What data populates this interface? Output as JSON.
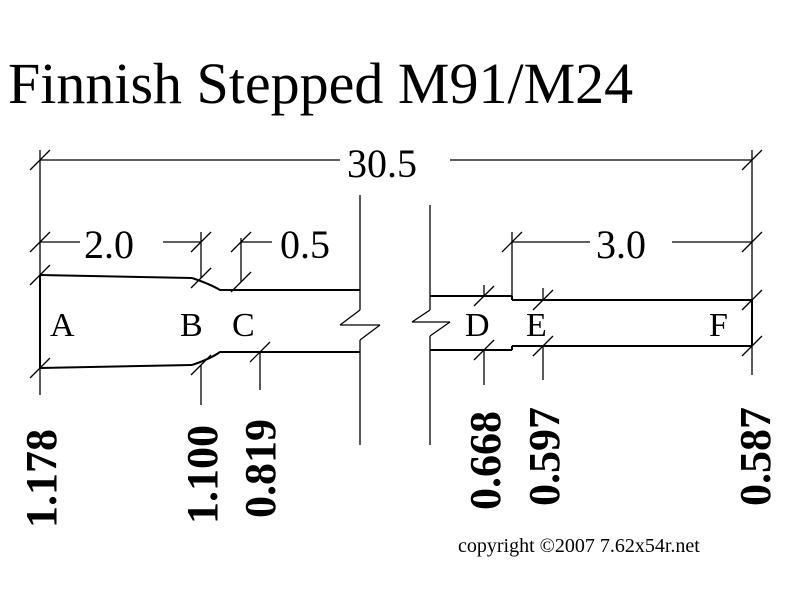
{
  "title": "Finnish Stepped M91/M24",
  "dimensions": {
    "overall_length": "30.5",
    "length_a_b": "2.0",
    "length_b_c": "0.5",
    "length_e_f": "3.0"
  },
  "section_labels": {
    "a": "A",
    "b": "B",
    "c": "C",
    "d": "D",
    "e": "E",
    "f": "F"
  },
  "diameters": {
    "a": "1.178",
    "b": "1.100",
    "c": "0.819",
    "d": "0.668",
    "e": "0.597",
    "f": "0.587"
  },
  "copyright": "copyright ©2007 7.62x54r.net"
}
